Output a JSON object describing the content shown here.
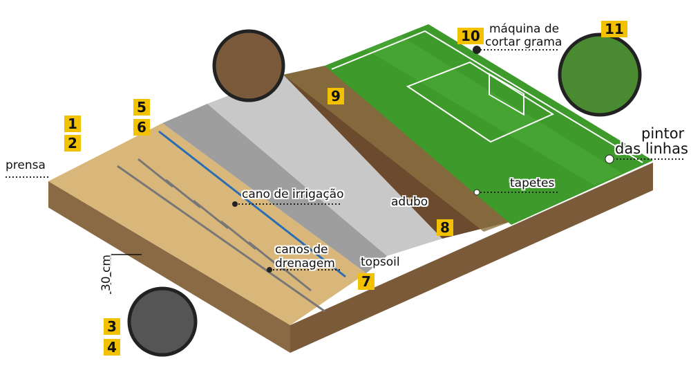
{
  "labels": {
    "prensa": "prensa",
    "irrigacao": "cano de irrigação",
    "drenagem_1": "canos de",
    "drenagem_2": "drenagem",
    "topsoil": "topsoil",
    "adubo": "adubo",
    "tapetes": "tapetes",
    "maquina_1": "máquina de",
    "maquina_2": "cortar grama",
    "pintor_1": "pintor",
    "pintor_2": "das linhas",
    "depth": "30 cm"
  },
  "numbers": [
    "1",
    "2",
    "3",
    "4",
    "5",
    "6",
    "7",
    "8",
    "9",
    "10",
    "11"
  ],
  "colors": {
    "badge": "#f2c200",
    "grass": "#3f9a2c",
    "soil": "#6b4a2e",
    "sand": "#d9b77a",
    "topsoil": "#bdbdbd"
  }
}
